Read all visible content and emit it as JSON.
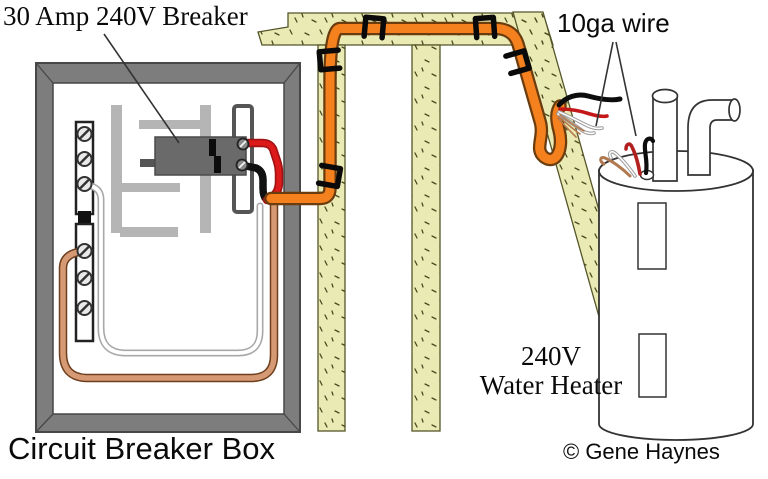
{
  "labels": {
    "breaker_label": "30 Amp 240V Breaker",
    "wire_gauge_label": "10ga wire",
    "water_heater_line1": "240V",
    "water_heater_line2": "Water Heater",
    "breaker_box_label": "Circuit Breaker Box",
    "credit_label": "© Gene Haynes"
  },
  "colors": {
    "cable_orange": "#F5811E",
    "cable_outline": "#6B3C0E",
    "stud_wood": "#EAEBB4",
    "box_frame_gray": "#7D7D7D",
    "breaker_gray": "#6A6A6A",
    "panel_light_gray": "#B5B5B5",
    "copper_wire": "#D59A74",
    "hot_wire_red": "#DD1A1A",
    "hot_wire_black": "#111111",
    "background": "#FFFFFF"
  },
  "diagram": {
    "type": "electrical-wiring-diagram",
    "components": [
      "circuit-breaker-box",
      "30-amp-240v-breaker",
      "neutral-ground-bus-bar",
      "10ga-orange-cable",
      "cable-staples",
      "wall-top-plate",
      "wall-studs",
      "240v-water-heater"
    ]
  }
}
